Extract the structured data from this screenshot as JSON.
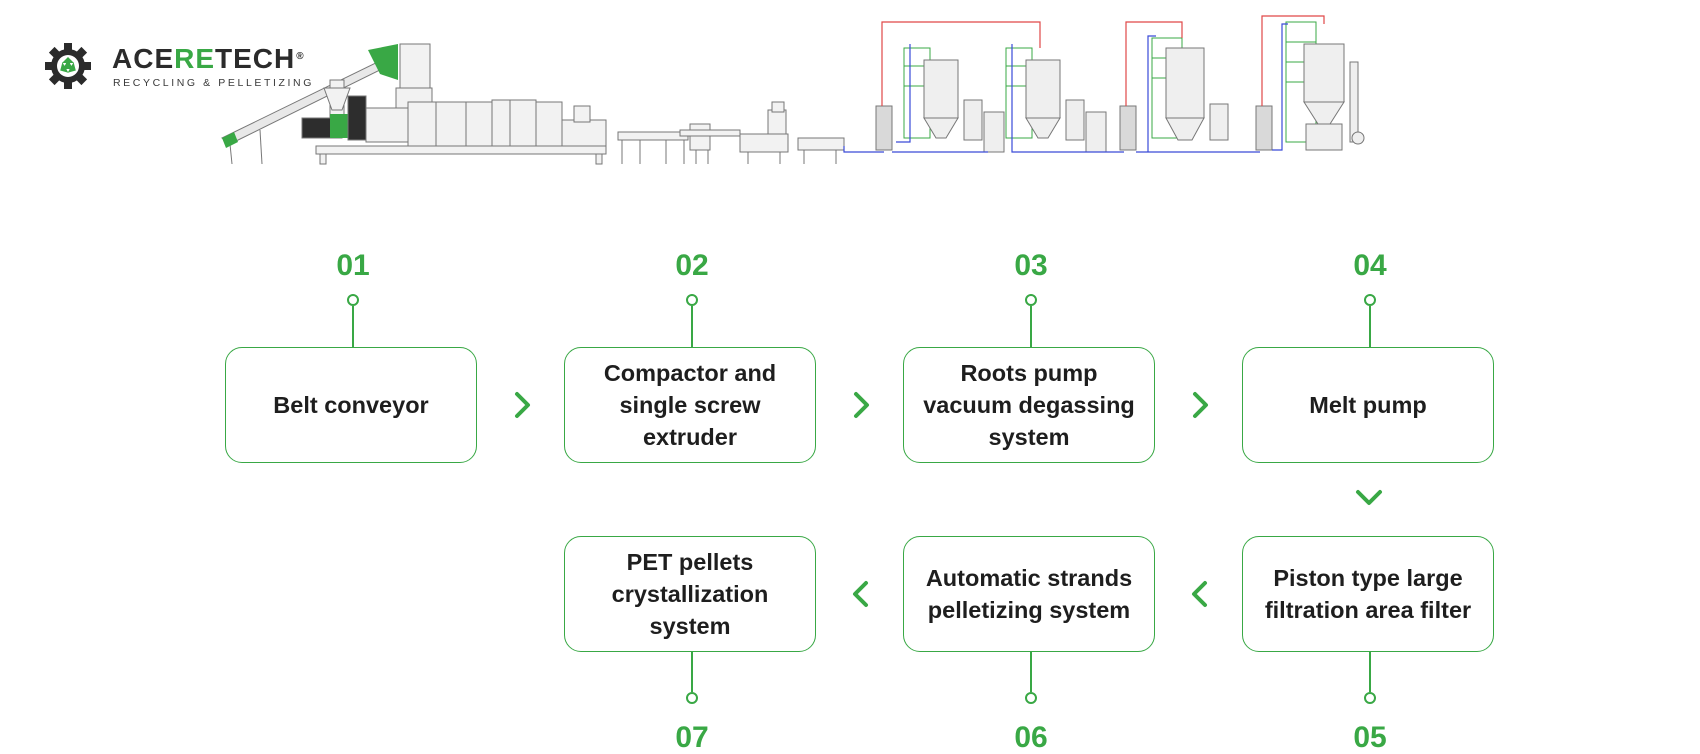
{
  "brand": {
    "name_prefix": "ACE",
    "name_highlight": "RE",
    "name_suffix": "TECH",
    "registered": "®",
    "tagline": "RECYCLING & PELLETIZING",
    "accent_color": "#39a845"
  },
  "illustration": {
    "icon": "recycling-line-machinery"
  },
  "steps": [
    {
      "number": "01",
      "label": "Belt conveyor"
    },
    {
      "number": "02",
      "label": "Compactor and single screw extruder"
    },
    {
      "number": "03",
      "label": "Roots pump vacuum degassing system"
    },
    {
      "number": "04",
      "label": "Melt pump"
    },
    {
      "number": "05",
      "label": "Piston type large filtration area filter"
    },
    {
      "number": "06",
      "label": "Automatic strands pelletizing system"
    },
    {
      "number": "07",
      "label": "PET pellets crystallization system"
    }
  ],
  "colors": {
    "accent": "#39a845",
    "text": "#1e1e1e",
    "pipe_red": "#e04848",
    "pipe_blue": "#3a4bd8"
  }
}
